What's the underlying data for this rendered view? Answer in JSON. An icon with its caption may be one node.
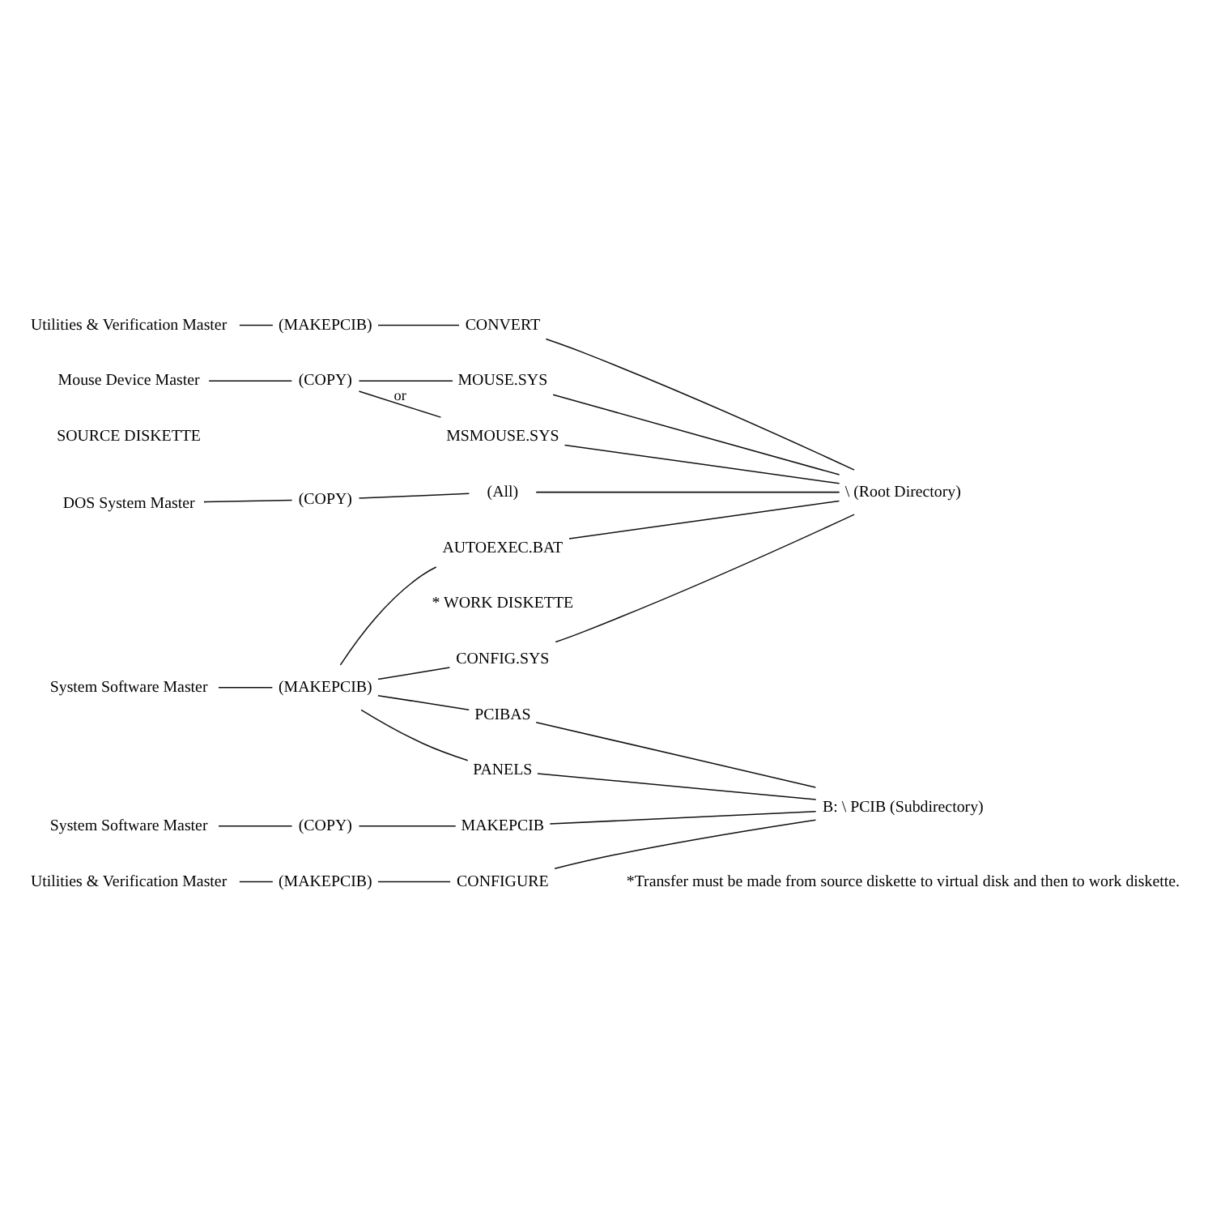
{
  "diagram": {
    "nodes": [
      {
        "text": [
          "DOS System Master"
        ]
      },
      {
        "text": [
          "(COPY)"
        ]
      },
      {
        "text": [
          "(All)"
        ]
      },
      {
        "text": [
          "Mouse Device Master"
        ]
      },
      {
        "text": [
          "(COPY)"
        ]
      },
      {
        "text": [
          "MOUSE.SYS"
        ]
      },
      {
        "text": [
          "MSMOUSE.SYS"
        ]
      },
      {
        "text": [
          "Utilities & Verification Master"
        ]
      },
      {
        "text": [
          "(MAKEPCIB)"
        ]
      },
      {
        "text": [
          "CONVERT"
        ]
      },
      {
        "text": [
          "System Software Master"
        ]
      },
      {
        "text": [
          "(MAKEPCIB)"
        ]
      },
      {
        "text": [
          "AUTOEXEC.BAT"
        ]
      },
      {
        "text": [
          "CONFIG.SYS"
        ]
      },
      {
        "text": [
          "PCIBAS"
        ]
      },
      {
        "text": [
          "PANELS"
        ]
      },
      {
        "text": [
          "System Software Master"
        ]
      },
      {
        "text": [
          "(COPY)"
        ]
      },
      {
        "text": [
          "MAKEPCIB"
        ]
      },
      {
        "text": [
          "Utilities & Verification Master"
        ]
      },
      {
        "text": [
          "(MAKEPCIB)"
        ]
      },
      {
        "text": [
          "CONFIGURE"
        ]
      },
      {
        "text": [
          "\\ (Root Directory)"
        ]
      },
      {
        "text": [
          "B: \\ PCIB (Subdirectory)"
        ]
      }
    ],
    "edges": [
      {
        "from": 0,
        "to": 1,
        "arrow": "none"
      },
      {
        "from": 1,
        "to": 2,
        "arrow": "none"
      },
      {
        "from": 3,
        "to": 4,
        "arrow": "none"
      },
      {
        "from": 4,
        "to": 5,
        "arrow": "none"
      },
      {
        "from": 4,
        "to": 6,
        "arrow": "none",
        "label": "or"
      },
      {
        "from": 7,
        "to": 8,
        "arrow": "none"
      },
      {
        "from": 8,
        "to": 9,
        "arrow": "none"
      },
      {
        "from": 10,
        "to": 11,
        "arrow": "none"
      },
      {
        "from": 11,
        "to": 12,
        "arrow": "none"
      },
      {
        "from": 11,
        "to": 13,
        "arrow": "none"
      },
      {
        "from": 11,
        "to": 14,
        "arrow": "none"
      },
      {
        "from": 11,
        "to": 15,
        "arrow": "none"
      },
      {
        "from": 16,
        "to": 17,
        "arrow": "none"
      },
      {
        "from": 17,
        "to": 18,
        "arrow": "none"
      },
      {
        "from": 19,
        "to": 20,
        "arrow": "none"
      },
      {
        "from": 20,
        "to": 21,
        "arrow": "none"
      },
      {
        "from": 2,
        "to": 22,
        "arrow": "none"
      },
      {
        "from": 5,
        "to": 22,
        "arrow": "none"
      },
      {
        "from": 6,
        "to": 22,
        "arrow": "none"
      },
      {
        "from": 9,
        "to": 22,
        "arrow": "none"
      },
      {
        "from": 12,
        "to": 22,
        "arrow": "none"
      },
      {
        "from": 13,
        "to": 22,
        "arrow": "none"
      },
      {
        "from": 14,
        "to": 23,
        "arrow": "none"
      },
      {
        "from": 15,
        "to": 23,
        "arrow": "none"
      },
      {
        "from": 18,
        "to": 23,
        "arrow": "none"
      },
      {
        "from": 21,
        "to": 23,
        "arrow": "none"
      }
    ],
    "labels": [
      "SOURCE DISKETTE",
      "* WORK DISKETTE",
      "*Transfer must be made from source diskette to virtual disk and then to work diskette."
    ]
  }
}
